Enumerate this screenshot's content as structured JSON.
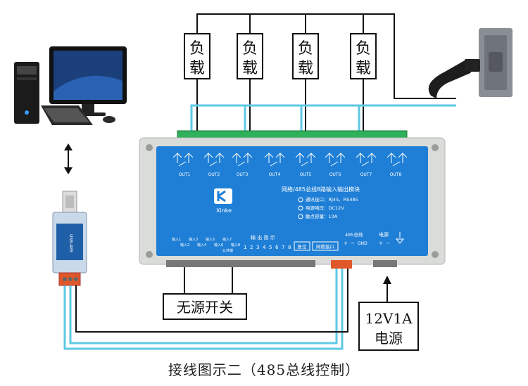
{
  "loads": [
    "负\n载",
    "负\n载",
    "负\n载",
    "负\n载"
  ],
  "load_top": "负",
  "load_bottom": "载",
  "switch_label": "无源开关",
  "power_label": {
    "line1": "12V1A",
    "line2": "电源"
  },
  "caption": "接线图示二（485总线控制）",
  "module": {
    "brand": "Xinke",
    "title": "网络/485总线8路输入输出模块",
    "specs": [
      "通讯接口：RJ45、RS485",
      "电源电压：DC12V",
      "触点容量：10A"
    ],
    "outputs": [
      "OUT1",
      "OUT2",
      "OUT3",
      "OUT4",
      "OUT5",
      "OUT6",
      "OUT7",
      "OUT8"
    ],
    "indicator_label": "输 出 指 示",
    "indicator_numbers": [
      "1",
      "2",
      "3",
      "4",
      "5",
      "6",
      "7",
      "8"
    ],
    "reset_label": "复位",
    "net_label": "网络接口",
    "bus_label": "485总线",
    "bus_pins": [
      "+",
      "−",
      "GND"
    ],
    "power_title": "电源",
    "power_pins": [
      "+",
      "−"
    ],
    "inputs": [
      "输入1",
      "输入2",
      "输入3",
      "输入4",
      "输入5",
      "输入6",
      "输入7",
      "输入8",
      "公共端"
    ]
  },
  "colors": {
    "wire_blue": "#5ec8e6",
    "wire_black": "#111111",
    "panel_blue": "#1f7fd6",
    "case_gray": "#d9dcd8",
    "terminal_green": "#2fb05a",
    "terminal_orange": "#e0582a"
  }
}
